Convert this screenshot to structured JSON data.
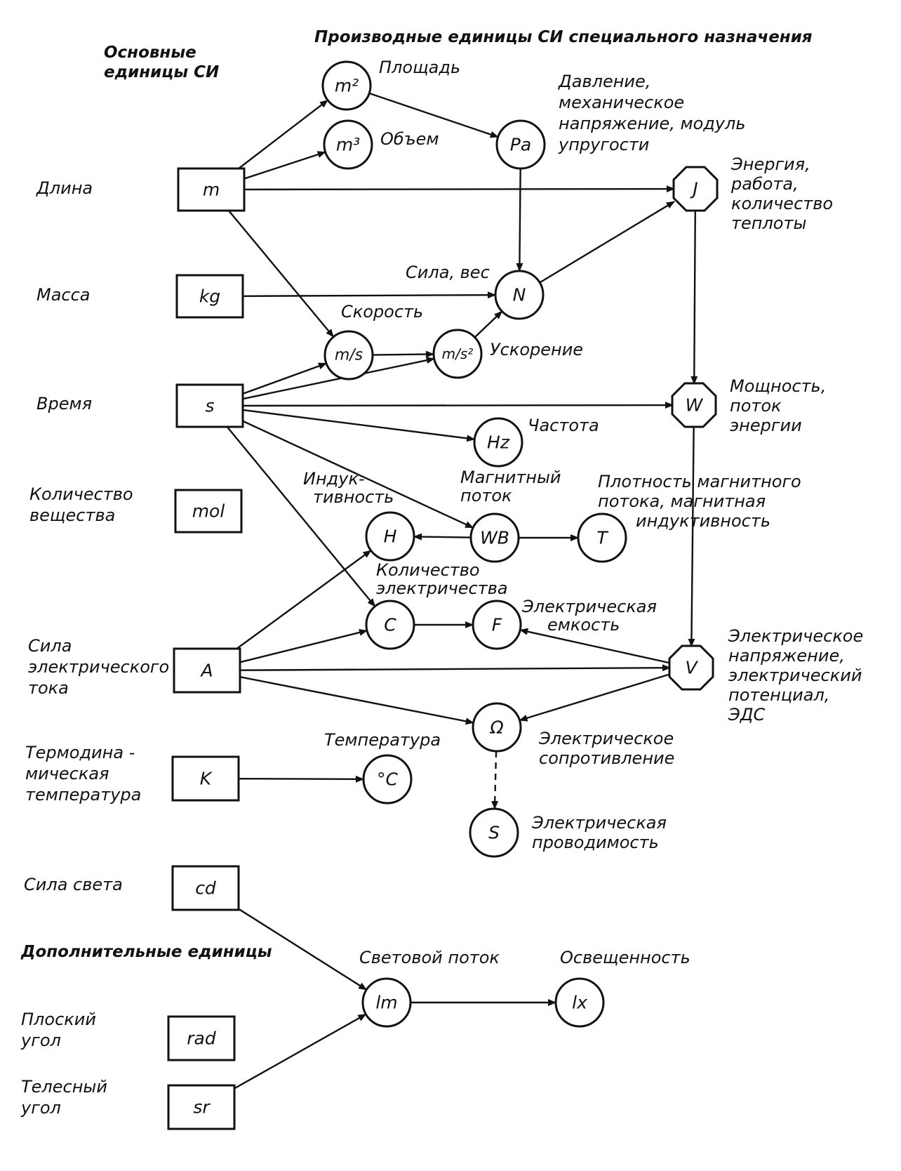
{
  "headers": {
    "base": [
      "Основные",
      "единицы СИ"
    ],
    "derived": "Производные единицы СИ специального назначения",
    "supplementary": "Дополнительные единицы"
  },
  "base_quantities": {
    "length": [
      "Длина"
    ],
    "mass": [
      "Масса"
    ],
    "time": [
      "Время"
    ],
    "amount": [
      "Количество",
      "вещества"
    ],
    "current": [
      "Сила",
      "электрического",
      "тока"
    ],
    "temperature": [
      "Термодина -",
      "мическая",
      "температура"
    ],
    "luminous": [
      "Сила света"
    ],
    "plane_angle": [
      "Плоский",
      "угол"
    ],
    "solid_angle": [
      "Телесный",
      "угол"
    ]
  },
  "units": {
    "m": {
      "symbol": "m",
      "shape": "square"
    },
    "kg": {
      "symbol": "kg",
      "shape": "square"
    },
    "s": {
      "symbol": "s",
      "shape": "square"
    },
    "mol": {
      "symbol": "mol",
      "shape": "square"
    },
    "A": {
      "symbol": "A",
      "shape": "square"
    },
    "K": {
      "symbol": "K",
      "shape": "square"
    },
    "cd": {
      "symbol": "cd",
      "shape": "square"
    },
    "rad": {
      "symbol": "rad",
      "shape": "square"
    },
    "sr": {
      "symbol": "sr",
      "shape": "square"
    },
    "m2": {
      "symbol": "m²",
      "shape": "circle"
    },
    "m3": {
      "symbol": "m³",
      "shape": "circle"
    },
    "Pa": {
      "symbol": "Pa",
      "shape": "circle"
    },
    "J": {
      "symbol": "J",
      "shape": "octagon"
    },
    "N": {
      "symbol": "N",
      "shape": "circle"
    },
    "ms": {
      "symbol": "m/s",
      "shape": "circle"
    },
    "ms2": {
      "symbol": "m/s²",
      "shape": "circle"
    },
    "W": {
      "symbol": "W",
      "shape": "octagon"
    },
    "Hz": {
      "symbol": "Hz",
      "shape": "circle"
    },
    "H": {
      "symbol": "H",
      "shape": "circle"
    },
    "Wb": {
      "symbol": "WB",
      "shape": "circle"
    },
    "T": {
      "symbol": "T",
      "shape": "circle"
    },
    "C": {
      "symbol": "C",
      "shape": "circle"
    },
    "F": {
      "symbol": "F",
      "shape": "circle"
    },
    "V": {
      "symbol": "V",
      "shape": "octagon"
    },
    "Ohm": {
      "symbol": "Ω",
      "shape": "circle"
    },
    "degC": {
      "symbol": "°C",
      "shape": "circle"
    },
    "S": {
      "symbol": "S",
      "shape": "circle"
    },
    "lm": {
      "symbol": "lm",
      "shape": "circle"
    },
    "lx": {
      "symbol": "lx",
      "shape": "circle"
    }
  },
  "unit_labels": {
    "area": [
      "Площадь"
    ],
    "volume": [
      "Объем"
    ],
    "pressure": [
      "Давление,",
      "механическое",
      "напряжение, модуль",
      "упругости"
    ],
    "energy": [
      "Энергия,",
      "работа,",
      "количество",
      "теплоты"
    ],
    "force": [
      "Сила, вес"
    ],
    "velocity": [
      "Скорость"
    ],
    "acceleration": [
      "Ускорение"
    ],
    "power": [
      "Мощность,",
      "поток",
      "энергии"
    ],
    "frequency": [
      "Частота"
    ],
    "inductance": [
      "Индук-",
      "тивность"
    ],
    "magnetic_flux": [
      "Магнитный",
      "поток"
    ],
    "flux_density": [
      "Плотность магнитного",
      "потока, магнитная",
      "индуктивность"
    ],
    "charge": [
      "Количество",
      "электричества"
    ],
    "capacitance": [
      "Электрическая",
      "емкость"
    ],
    "voltage": [
      "Электрическое",
      "напряжение,",
      "электрический",
      "потенциал,",
      "ЭДС"
    ],
    "celsius": [
      "Температура"
    ],
    "resistance": [
      "Электрическое",
      "сопротивление"
    ],
    "conductance": [
      "Электрическая",
      "проводимость"
    ],
    "luminous_flux": [
      "Световой поток"
    ],
    "illuminance": [
      "Освещенность"
    ]
  },
  "edges": [
    {
      "from": "m",
      "to": "m2"
    },
    {
      "from": "m",
      "to": "m3"
    },
    {
      "from": "m2",
      "to": "Pa"
    },
    {
      "from": "m",
      "to": "J"
    },
    {
      "from": "Pa",
      "to": "N",
      "style": "arrow-back"
    },
    {
      "from": "N",
      "to": "J"
    },
    {
      "from": "m",
      "to": "ms"
    },
    {
      "from": "kg",
      "to": "N"
    },
    {
      "from": "ms",
      "to": "ms2"
    },
    {
      "from": "ms2",
      "to": "N"
    },
    {
      "from": "s",
      "to": "ms"
    },
    {
      "from": "s",
      "to": "ms2"
    },
    {
      "from": "J",
      "to": "W"
    },
    {
      "from": "s",
      "to": "W"
    },
    {
      "from": "s",
      "to": "Hz"
    },
    {
      "from": "s",
      "to": "Wb"
    },
    {
      "from": "s",
      "to": "C"
    },
    {
      "from": "Wb",
      "to": "H"
    },
    {
      "from": "Wb",
      "to": "T"
    },
    {
      "from": "W",
      "to": "V"
    },
    {
      "from": "A",
      "to": "H"
    },
    {
      "from": "A",
      "to": "C"
    },
    {
      "from": "C",
      "to": "F"
    },
    {
      "from": "V",
      "to": "F"
    },
    {
      "from": "A",
      "to": "V"
    },
    {
      "from": "A",
      "to": "Ohm"
    },
    {
      "from": "V",
      "to": "Ohm"
    },
    {
      "from": "K",
      "to": "degC"
    },
    {
      "from": "Ohm",
      "to": "S",
      "style": "dashed"
    },
    {
      "from": "cd",
      "to": "lm"
    },
    {
      "from": "sr",
      "to": "lm"
    },
    {
      "from": "lm",
      "to": "lx"
    }
  ]
}
